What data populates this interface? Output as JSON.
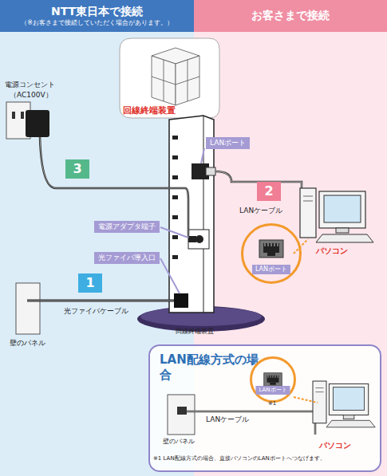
{
  "diagram": {
    "nodes": [
      {
        "text": [
          "NTT東日本で接続",
          "（※お客さまで接続していただく場合があります。）"
        ]
      },
      {
        "text": [
          "お客さまで接続"
        ]
      },
      {
        "text": [
          "回線終端装置"
        ]
      },
      {
        "text": [
          "LANポート"
        ]
      },
      {
        "text": [
          "3"
        ]
      },
      {
        "text": [
          "2"
        ]
      },
      {
        "text": [
          "電源アダプタ端子"
        ]
      },
      {
        "text": [
          "光ファイバ導入口"
        ]
      },
      {
        "text": [
          "1"
        ]
      },
      {
        "text": [
          "LANポート"
        ]
      },
      {
        "text": [
          "LAN配線方式の場合"
        ]
      },
      {
        "text": [
          "LANポート"
        ],
        "in": 10
      }
    ],
    "labels": [
      "電源コンセント",
      "（AC100V）",
      "LANケーブル",
      "パソコン",
      "光ファイバケーブル",
      "壁のパネル",
      "回線終端装置",
      "LANケーブル",
      "※1",
      "壁のパネル",
      "パソコン",
      "※1 LAN配線方式の場合、直接パソコンのLANポートへつなげます。"
    ]
  }
}
